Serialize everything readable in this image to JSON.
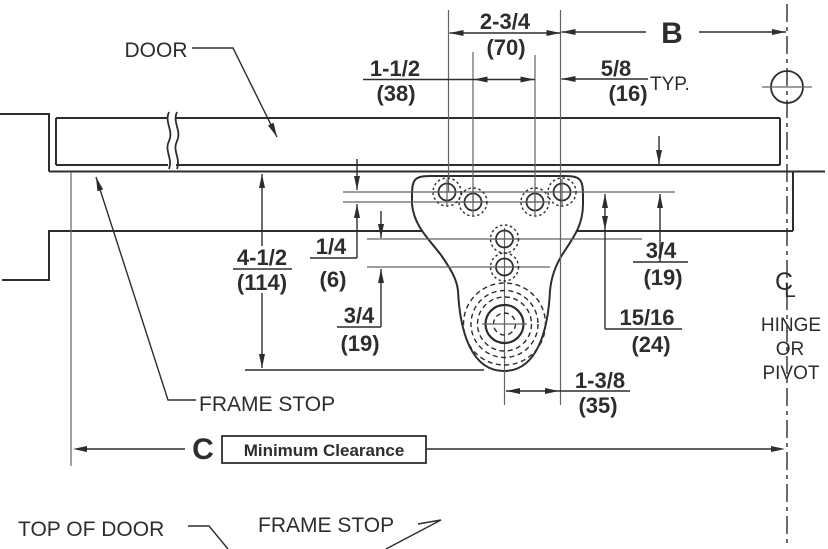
{
  "labels": {
    "door": "DOOR",
    "frame_stop": "FRAME STOP",
    "frame_stop_bottom": "FRAME STOP",
    "top_of_door": "TOP OF DOOR",
    "hinge_1": "HINGE",
    "hinge_2": "OR",
    "hinge_3": "PIVOT",
    "centerline_c": "C",
    "centerline_l": "L"
  },
  "dimensions": {
    "outer_hole_spacing": {
      "in": "2-3/4",
      "mm": "(70)"
    },
    "b_ref": "B",
    "inner_hole_spacing": {
      "in": "1-1/2",
      "mm": "(38)"
    },
    "hole_edge_offset": {
      "in": "5/8",
      "mm": "(16)",
      "note": "TYP."
    },
    "frame_vertical": {
      "in": "4-1/2",
      "mm": "(114)"
    },
    "hole_row_gap": {
      "in": "1/4",
      "mm": "(6)"
    },
    "mid_hole_gap": {
      "in": "3/4",
      "mm": "(19)"
    },
    "door_to_holes": {
      "in": "3/4",
      "mm": "(19)"
    },
    "holes_to_soffit": {
      "in": "15/16",
      "mm": "(24)"
    },
    "pinion_to_holes": {
      "in": "1-3/8",
      "mm": "(35)"
    },
    "c_ref": "C",
    "c_note": "Minimum Clearance"
  },
  "colors": {
    "line": "#2d2d2d",
    "thin_line": "#636363",
    "background": "#ffffff"
  }
}
